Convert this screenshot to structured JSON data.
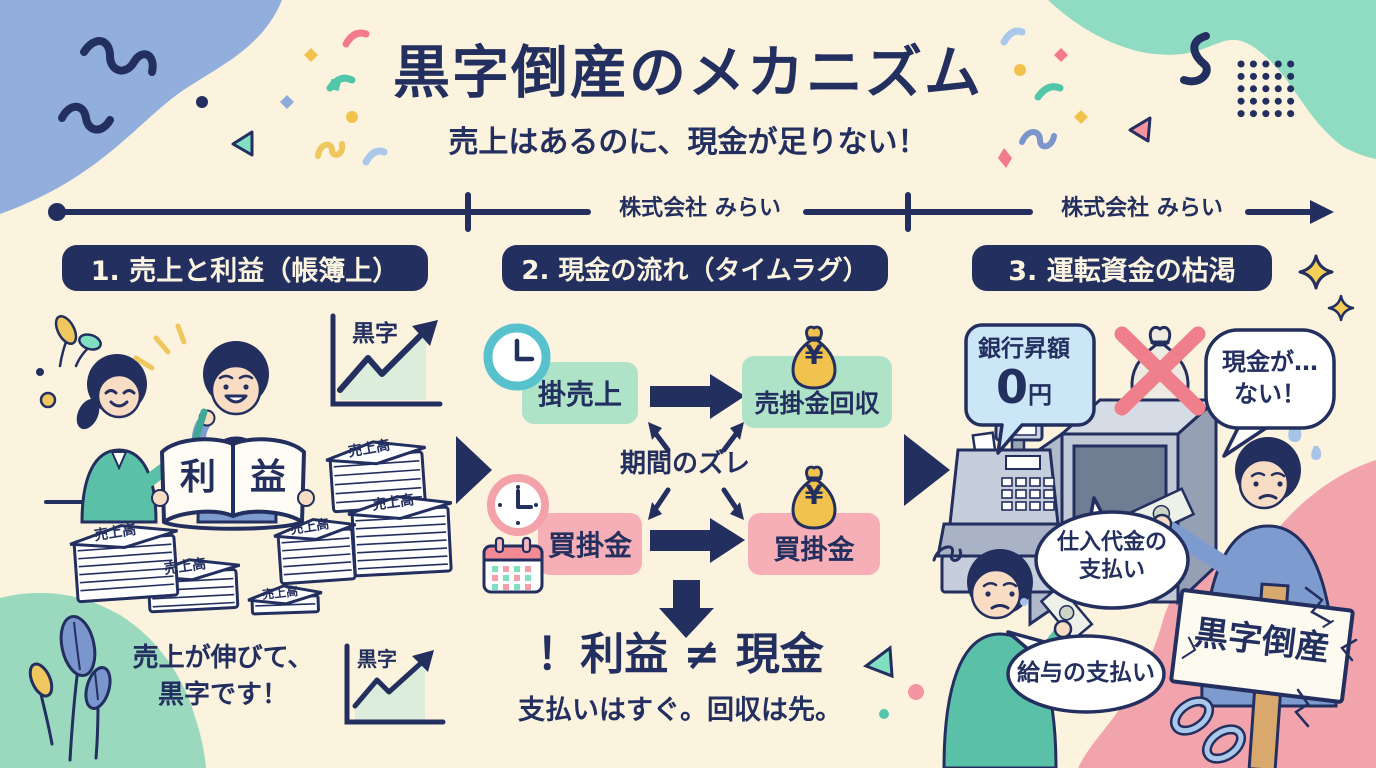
{
  "title": "黒字倒産のメカニズム",
  "subtitle": "売上はあるのに、現金が足りない！",
  "timeline": {
    "label1": "株式会社 みらい",
    "label2": "株式会社 みらい"
  },
  "sections": {
    "s1": {
      "header": "1. 売上と利益（帳簿上）",
      "chart_label": "黒字",
      "book_left": "利",
      "book_right": "益",
      "stack_label": "売上高",
      "caption_line1": "売上が伸びて、",
      "caption_line2": "黒字です！",
      "mini_chart_label": "黒字"
    },
    "s2": {
      "header": "2. 現金の流れ（タイムラグ）",
      "credit_sales": "掛売上",
      "receivable": "売掛金回収",
      "gap_label": "期間のズレ",
      "payable_left": "買掛金",
      "payable_right": "買掛金",
      "yen": "¥",
      "conclusion": "！利益 ≠ 現金",
      "note": "支払いはすぐ。回収は先。"
    },
    "s3": {
      "header": "3. 運転資金の枯渇",
      "bank_label": "銀行昇額",
      "bank_zero": "0",
      "bank_unit": "円",
      "nocash_line1": "現金が…",
      "nocash_line2": "ない！",
      "pay1_line1": "仕入代金の",
      "pay1_line2": "支払い",
      "pay2": "給与の支払い",
      "sign": "黒字倒産"
    }
  },
  "colors": {
    "background": "#FBF3DE",
    "navy": "#232F5F",
    "blue_blob": "#92AEDC",
    "mint_blob": "#90DCC2",
    "pink_blob": "#F2A4AD",
    "green_box": "#AFE3C7",
    "pink_box": "#F6AFB6",
    "yellow": "#F2C24E",
    "bubble_blue": "#CBE6F7"
  }
}
